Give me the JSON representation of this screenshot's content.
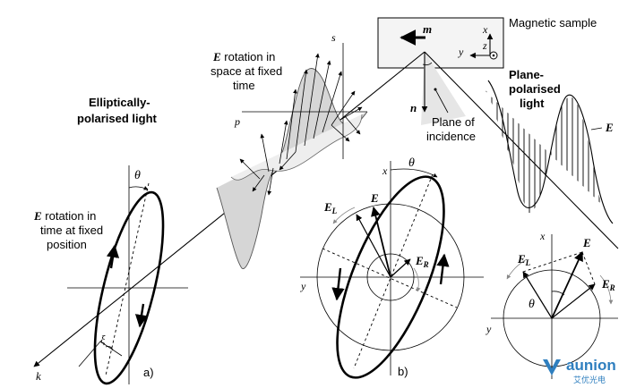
{
  "labels": {
    "magnetic_sample": "Magnetic sample",
    "m": "m",
    "x_top": "x",
    "z_top": "z",
    "y_top": "y",
    "n": "n",
    "plane_of_incidence_1": "Plane of",
    "plane_of_incidence_2": "incidence",
    "plane_polarised_1": "Plane-",
    "plane_polarised_2": "polarised",
    "plane_polarised_3": "light",
    "E_plane": "E",
    "s": "s",
    "p": "p",
    "e_rot_space_1b": "E",
    "e_rot_space_1": " rotation in",
    "e_rot_space_2": "space at fixed",
    "e_rot_space_3": "time",
    "elliptical_1": "Elliptically-",
    "elliptical_2": "polarised light",
    "theta_a": "θ",
    "e_rot_time_1b": "E",
    "e_rot_time_1": " rotation in",
    "e_rot_time_2": "time at fixed",
    "e_rot_time_3": "position",
    "xi": "ξ",
    "k": "k",
    "panel_a": "a)",
    "x_b": "x",
    "theta_b": "θ",
    "EL_b": "E",
    "EL_b_sub": "L",
    "E_b": "E",
    "ER_b": "E",
    "ER_b_sub": "R",
    "y_b": "y",
    "panel_b": "b)",
    "x_c": "x",
    "E_c": "E",
    "EL_c": "E",
    "EL_c_sub": "L",
    "ER_c": "E",
    "ER_c_sub": "R",
    "theta_c": "θ",
    "y_c": "y",
    "watermark": "aunion",
    "watermark_sub": "艾优光电"
  },
  "colors": {
    "line": "#000000",
    "shade": "#d4d4d4",
    "watermark": "#2f7fbf"
  }
}
